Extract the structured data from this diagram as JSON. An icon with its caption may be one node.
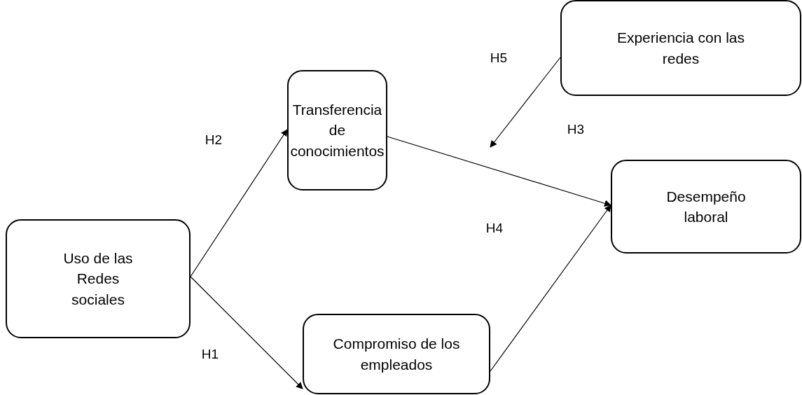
{
  "diagram": {
    "nodes": [
      {
        "text": [
          "Uso de las Redes sociales"
        ]
      },
      {
        "text": [
          "Transferencia de conocimientos"
        ]
      },
      {
        "text": [
          "Experiencia con las redes"
        ]
      },
      {
        "text": [
          "Desempeño laboral"
        ]
      },
      {
        "text": [
          "Compromiso de los empleados"
        ]
      }
    ],
    "edges": [
      {
        "from": 0,
        "to": 1,
        "arrow": "to"
      },
      {
        "from": 0,
        "to": 4,
        "arrow": "to"
      },
      {
        "from": 1,
        "to": 3,
        "arrow": "to"
      },
      {
        "from": 4,
        "to": 3,
        "arrow": "to"
      },
      {
        "from": 2,
        "to": null,
        "arrow": "to"
      }
    ],
    "labels": [
      "H5",
      "H2",
      "H3",
      "H4",
      "H1"
    ]
  }
}
